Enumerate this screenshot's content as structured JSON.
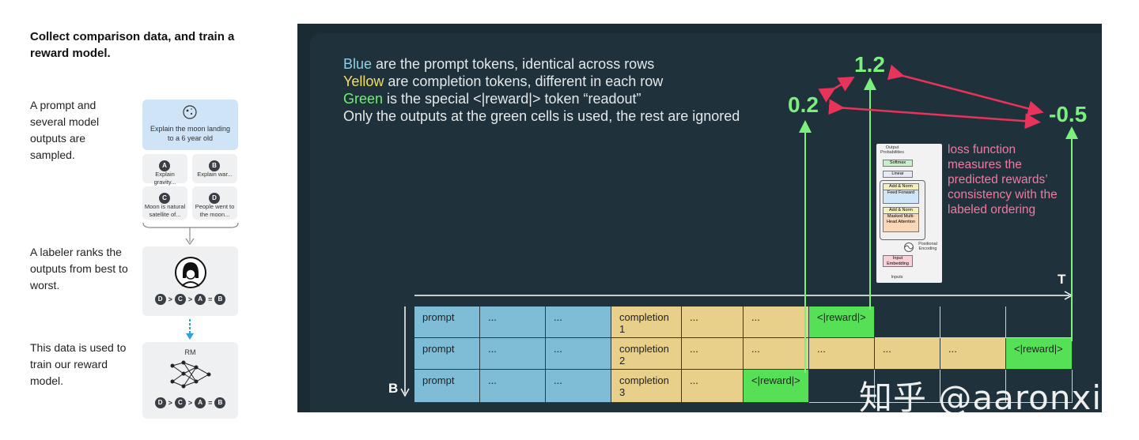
{
  "left_panel": {
    "title": "Collect comparison data, and train a reward model.",
    "steps": [
      {
        "text": "A prompt and several model outputs are sampled."
      },
      {
        "text": "A labeler ranks the outputs from best to worst."
      },
      {
        "text": "This data is used to train our reward model."
      }
    ],
    "prompt_card": {
      "text": "Explain the moon landing to a 6 year old"
    },
    "outputs": [
      {
        "letter": "A",
        "text": "Explain gravity..."
      },
      {
        "letter": "B",
        "text": "Explain war..."
      },
      {
        "letter": "C",
        "text": "Moon is natural satellite of..."
      },
      {
        "letter": "D",
        "text": "People went to the moon..."
      }
    ],
    "ranking": {
      "items": [
        "D",
        ">",
        "C",
        ">",
        "A",
        "=",
        "B"
      ]
    },
    "rm_label": "RM"
  },
  "slide": {
    "legend": [
      {
        "highlight": "Blue",
        "rest": " are the prompt tokens, identical across rows",
        "color": "#8fd0e8"
      },
      {
        "highlight": "Yellow",
        "rest": " are completion tokens, different in each row",
        "color": "#f2dc6b"
      },
      {
        "highlight": "Green",
        "rest": " is the special <|reward|> token “readout”",
        "color": "#6ef06e"
      },
      {
        "highlight": "",
        "rest": "Only the outputs at the green cells is used, the rest are ignored",
        "color": "#e4e8ea"
      }
    ],
    "scores": {
      "row1": "1.2",
      "row2": "-0.5",
      "row3": "0.2"
    },
    "loss_text": "loss function measures the predicted rewards’ consistency with the labeled ordering",
    "transformer": {
      "output_probs": "Output Probabilities",
      "softmax": "Softmax",
      "linear": "Linear",
      "add_norm": "Add & Norm",
      "feed_forward": "Feed Forward",
      "masked_attn": "Masked Multi-Head Attention",
      "positional": "Positional Encoding",
      "input_emb": "Input Embedding",
      "inputs": "Inputs"
    },
    "axis_t": "T",
    "axis_b": "B",
    "rows": [
      [
        {
          "text": "prompt",
          "kind": "blue"
        },
        {
          "text": "...",
          "kind": "blue"
        },
        {
          "text": "...",
          "kind": "blue"
        },
        {
          "text": "completion\n1",
          "kind": "yellow"
        },
        {
          "text": "...",
          "kind": "yellow"
        },
        {
          "text": "...",
          "kind": "yellow"
        },
        {
          "text": "<|reward|>",
          "kind": "green"
        },
        {
          "text": "",
          "kind": "empty"
        },
        {
          "text": "",
          "kind": "empty"
        },
        {
          "text": "",
          "kind": "empty"
        }
      ],
      [
        {
          "text": "prompt",
          "kind": "blue"
        },
        {
          "text": "...",
          "kind": "blue"
        },
        {
          "text": "...",
          "kind": "blue"
        },
        {
          "text": "completion\n2",
          "kind": "yellow"
        },
        {
          "text": "...",
          "kind": "yellow"
        },
        {
          "text": "...",
          "kind": "yellow"
        },
        {
          "text": "...",
          "kind": "yellow"
        },
        {
          "text": "...",
          "kind": "yellow"
        },
        {
          "text": "...",
          "kind": "yellow"
        },
        {
          "text": "<|reward|>",
          "kind": "green"
        }
      ],
      [
        {
          "text": "prompt",
          "kind": "blue"
        },
        {
          "text": "...",
          "kind": "blue"
        },
        {
          "text": "...",
          "kind": "blue"
        },
        {
          "text": "completion\n3",
          "kind": "yellow"
        },
        {
          "text": "...",
          "kind": "yellow"
        },
        {
          "text": "<|reward|>",
          "kind": "green"
        },
        {
          "text": "",
          "kind": "empty"
        },
        {
          "text": "",
          "kind": "empty"
        },
        {
          "text": "",
          "kind": "empty"
        },
        {
          "text": "",
          "kind": "empty"
        }
      ]
    ]
  },
  "watermark": "知乎 @aaronxic",
  "colors": {
    "arrow_green": "#7cf07c",
    "arrow_red": "#e8335a"
  }
}
